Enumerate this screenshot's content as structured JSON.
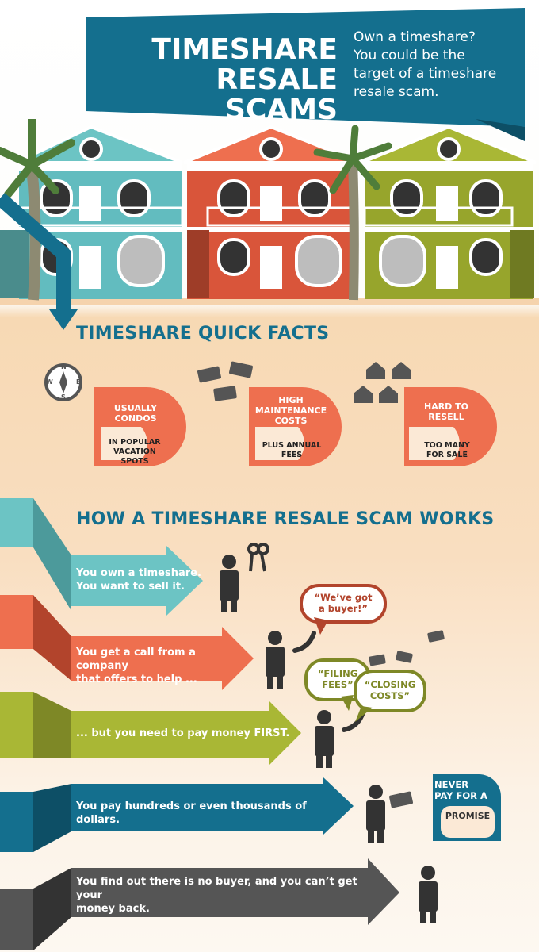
{
  "banner": {
    "title_line1": "TIMESHARE",
    "title_line2": "RESALE SCAMS",
    "subtitle_lines": [
      "Own a timeshare?",
      "You could be the",
      "target of a timeshare",
      "resale scam."
    ]
  },
  "facts": {
    "title": "TIMESHARE QUICK FACTS",
    "items": [
      {
        "head_lines": [
          "USUALLY",
          "CONDOS"
        ],
        "sub_lines": [
          "IN POPULAR",
          "VACATION",
          "SPOTS"
        ],
        "icon": "compass-icon"
      },
      {
        "head_lines": [
          "HIGH",
          "MAINTENANCE",
          "COSTS"
        ],
        "sub_lines": [
          "PLUS ANNUAL",
          "FEES"
        ],
        "icon": "money-icon"
      },
      {
        "head_lines": [
          "HARD TO",
          "RESELL"
        ],
        "sub_lines": [
          "TOO MANY",
          "FOR SALE"
        ],
        "icon": "houses-icon"
      }
    ],
    "compass_letters": {
      "n": "N",
      "s": "S",
      "e": "E",
      "w": "W"
    }
  },
  "scam": {
    "title": "HOW A TIMESHARE RESALE SCAM WORKS",
    "steps": [
      {
        "lines": [
          "You own a timeshare.",
          "You want to sell it."
        ],
        "color": "#6cc4c4"
      },
      {
        "lines": [
          "You get a call from a company",
          "that offers to help ..."
        ],
        "color": "#ee6f4f"
      },
      {
        "pre": "... but you need to pay money ",
        "bold": "FIRST.",
        "color": "#a9b735"
      },
      {
        "lines": [
          "You pay hundreds or even thousands of dollars."
        ],
        "color": "#146f8e"
      },
      {
        "lines": [
          "You find out there is no buyer, and you can’t get your",
          "money back."
        ],
        "color": "#555555"
      }
    ],
    "bubbles": {
      "buyer_lines": [
        "“We’ve got",
        "a buyer!”"
      ],
      "filing_lines": [
        "“FILING",
        "FEES”"
      ],
      "closing_lines": [
        "“CLOSING",
        "COSTS”"
      ]
    },
    "never": {
      "line1": "NEVER",
      "line2": "PAY FOR A",
      "line3": "PROMISE"
    }
  },
  "colors": {
    "teal": "#146f8e",
    "orange": "#ee6f4f",
    "lime": "#a9b735",
    "aqua": "#6cc4c4",
    "gray": "#555555"
  }
}
